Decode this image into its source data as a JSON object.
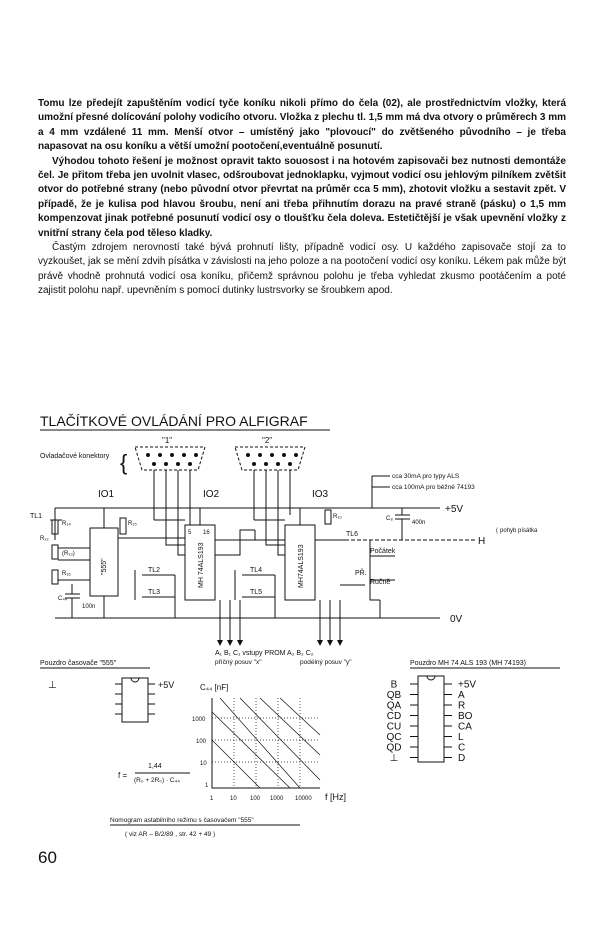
{
  "body_paragraphs": [
    "Tomu lze předejít zapuštěním vodicí tyče koníku nikoli přímo do čela (02), ale prostřednictvím vložky, která umožní přesné dolícování polohy vodicího otvoru. Vložka z plechu tl. 1,5 mm má dva otvory o průměrech 3 mm a 4 mm vzdálené 11 mm. Menší otvor – umístěný jako \"plovoucí\" do zvětšeného původního – je třeba napasovat na osu koníku a větší umožní pootočení,eventuálně posunutí.",
    "Výhodou tohoto řešení je možnost opravit takto souosost i na hotovém zapisovači bez nutnosti demontáže čel. Je přitom třeba jen uvolnit vlasec, odšroubovat jednoklapku, vyjmout vodicí osu jehlovým pilníkem zvětšit otvor do potřebné strany (nebo původní otvor převrtat na průměr cca 5 mm), zhotovit vložku a sestavit zpět. V případě, že je kulisa pod hlavou šroubu, není ani třeba přihnutím dorazu na pravé straně (pásku) o 1,5 mm kompenzovat jinak potřebné posunutí vodicí osy o tloušťku čela doleva. Estetičtější je však upevnění vložky z vnitřní strany čela pod těleso kladky.",
    "Častým zdrojem nerovností také bývá prohnutí lišty, případně vodicí osy. U každého zapisovače stojí za to vyzkoušet, jak se mění zdvih písátka v závislosti na jeho poloze a na pootočení vodicí osy koníku. Lékem pak může být právě vhodně prohnutá vodicí osa koníku, přičemž správnou polohu je třeba vyhledat zkusmo pootáčením a poté zajistit polohu např. upevněním s pomocí dutinky lustrsvorky se šroubkem apod."
  ],
  "figure": {
    "title": "TLAČÍTKOVÉ OVLÁDÁNÍ PRO ALFIGRAF",
    "connectors_label": "Ovladačové konektory",
    "conn1": "\"1\"",
    "conn2": "\"2\"",
    "io1": "IO1",
    "io2": "IO2",
    "io3": "IO3",
    "chip_555": "\"555\"",
    "chip_mh1": "MH 74ALS193",
    "chip_mh2": "MH74ALS193",
    "note1": "cca 30mA pro typy ALS",
    "note2": "cca 100mA pro běžné 74193",
    "plus5v": "+5V",
    "zero_v": "0V",
    "h_label": "H",
    "h_note": "pohyb písátka",
    "pocatek": "Počátek",
    "rucne": "Ručně",
    "pr": "PŘ.",
    "tl1": "TL1",
    "tl2": "TL2",
    "tl3": "TL3",
    "tl4": "TL4",
    "tl5": "TL5",
    "tl6": "TL6",
    "cap100": "100n",
    "cap400": "400n",
    "bus_labels": "A₁ B₁ C₁    vstupy PROM    A₂ B₂ C₂",
    "bus_x": "příčný posuv \"x\"",
    "bus_y": "podélný posuv \"y\"",
    "pouzdro_555": "Pouzdro časovače \"555\"",
    "pouzdro_mh": "Pouzdro MH 74 ALS 193 (MH 74193)",
    "mh_left_pins": [
      "B",
      "QB",
      "QA",
      "CD",
      "CU",
      "QC",
      "QD",
      "⊥"
    ],
    "mh_right_pins": [
      "+5V",
      "A",
      "R",
      "BO",
      "CA",
      "L",
      "C",
      "D"
    ],
    "graph_ylabel": "C₄₄ [nF]",
    "graph_xlabel": "f [Hz]",
    "graph_y_ticks": [
      "1000",
      "100",
      "10",
      "1"
    ],
    "graph_x_ticks": [
      "1",
      "10",
      "100",
      "1000",
      "10000"
    ],
    "formula_num": "1,44",
    "formula_den": "(R₀ + 2R₀) · C₄₄",
    "formula_lhs": "f =",
    "nomogram_caption": "Nomogram astabilního režimu s časovačem \"555\"",
    "nomogram_ref": "( viz AR – B/2/89 , str. 42 + 49 )"
  },
  "page_number": "60"
}
